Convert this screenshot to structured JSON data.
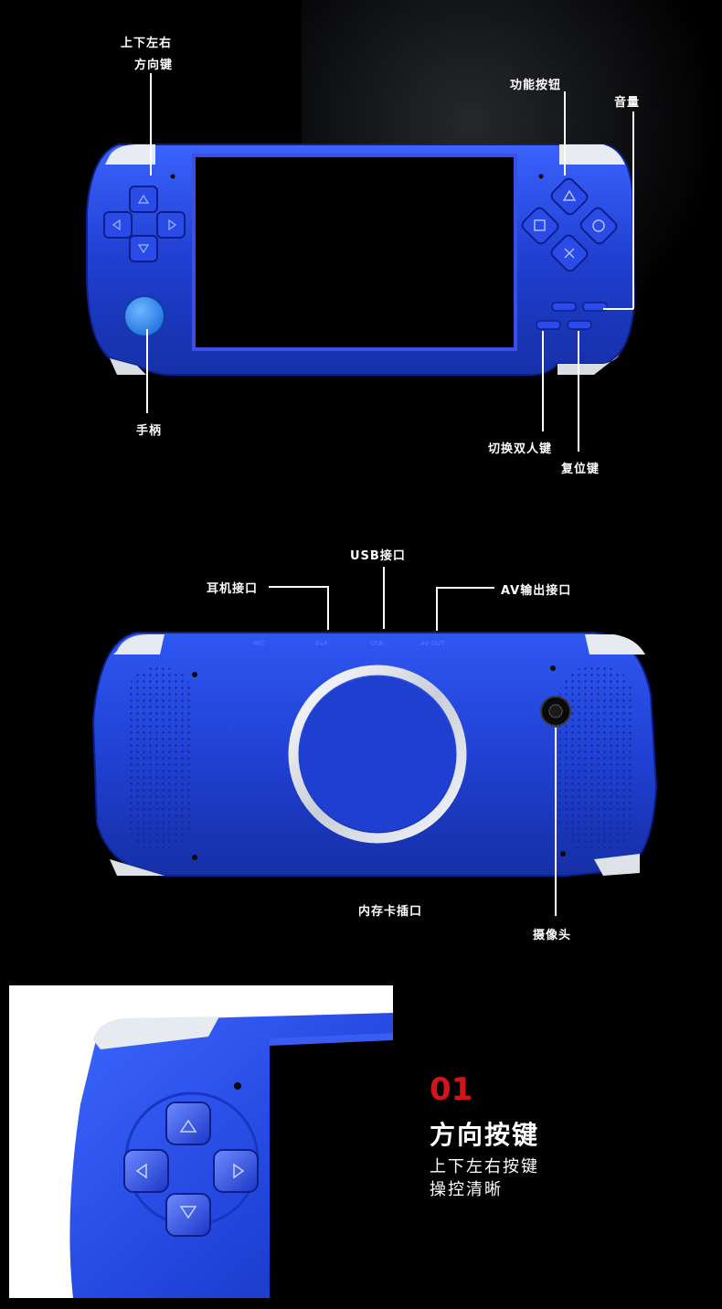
{
  "section1": {
    "labels": {
      "dpad_l1": "上下左右",
      "dpad_l2": "方向键",
      "function": "功能按钮",
      "volume": "音量",
      "joystick": "手柄",
      "switch_players": "切换双人键",
      "reset": "复位键"
    }
  },
  "section2": {
    "labels": {
      "usb": "USB接口",
      "earphone": "耳机接口",
      "av_out": "AV输出接口",
      "memory_card": "内存卡插口",
      "camera": "摄像头"
    },
    "port_marks": [
      "MIC",
      "EAR",
      "USB",
      "AV OUT"
    ]
  },
  "section3": {
    "number": "01",
    "title": "方向按键",
    "desc_line1": "上下左右按键",
    "desc_line2": "操控清晰"
  },
  "colors": {
    "console_blue": "#1f3fd0",
    "accent_red": "#d4141a"
  }
}
